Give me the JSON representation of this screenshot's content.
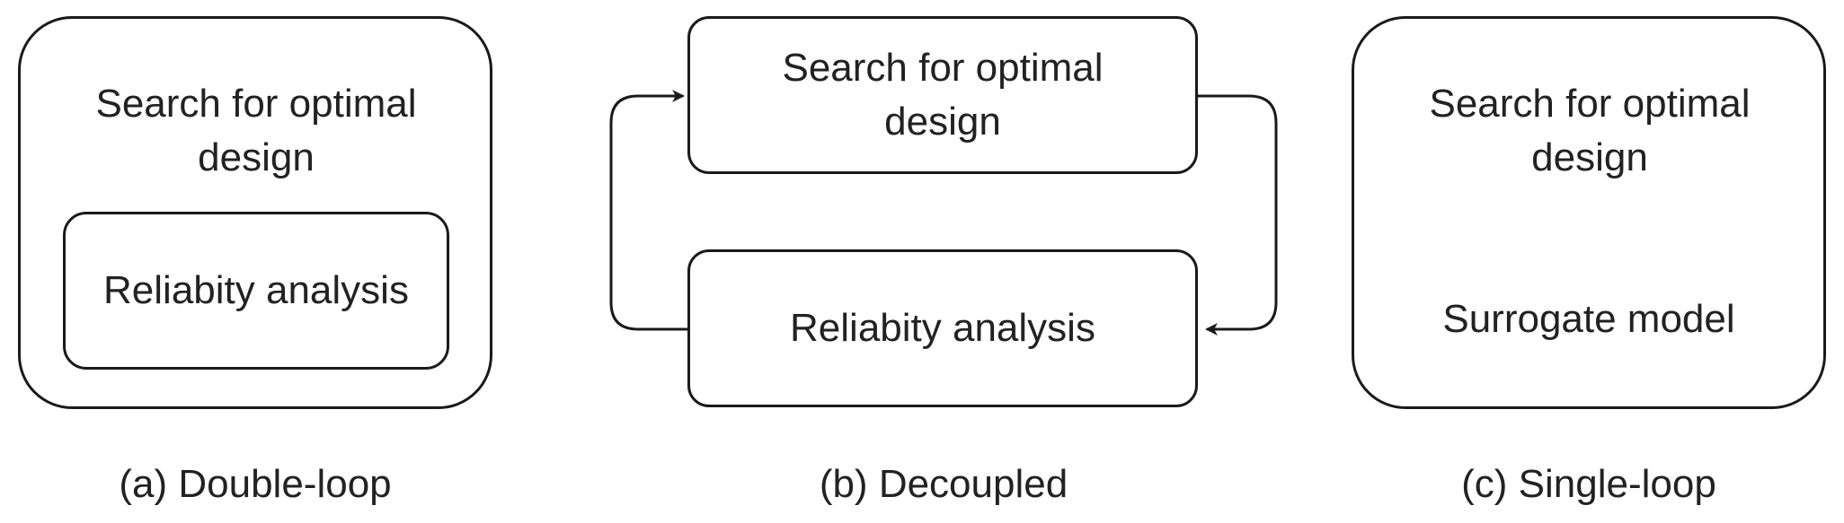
{
  "panels": {
    "a": {
      "outer_text": "Search for optimal design",
      "inner_text": "Reliabity analysis",
      "caption": "(a) Double-loop"
    },
    "b": {
      "top_text": "Search for optimal design",
      "bottom_text": "Reliabity analysis",
      "caption": "(b) Decoupled"
    },
    "c": {
      "top_text": "Search for optimal design",
      "bottom_text": "Surrogate model",
      "caption": "(c) Single-loop"
    }
  },
  "colors": {
    "stroke": "#1a1a1a",
    "text": "#222222",
    "background": "#ffffff"
  }
}
